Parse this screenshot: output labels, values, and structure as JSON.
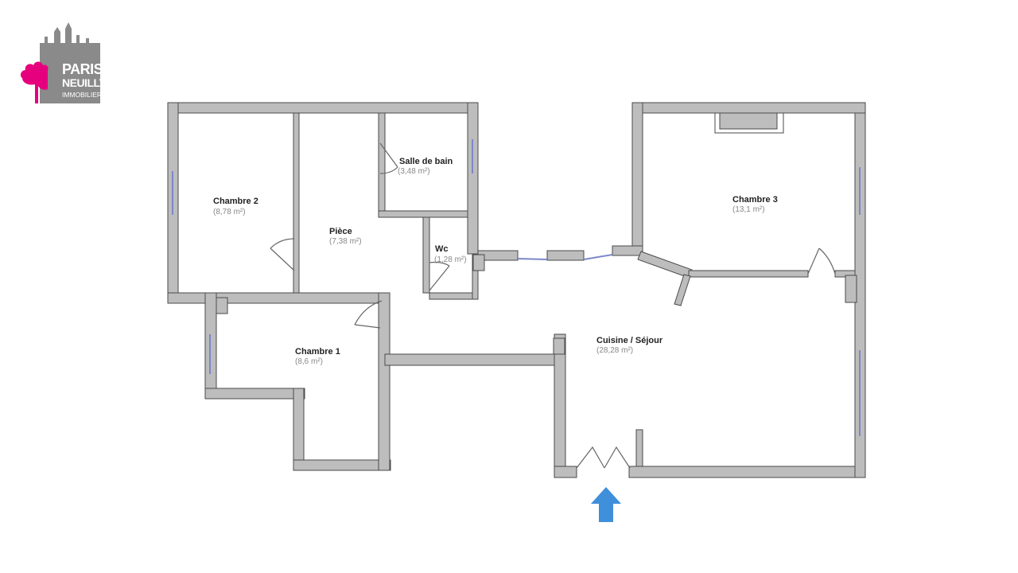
{
  "logo": {
    "line1": "PARIS",
    "line2": "NEUILLY",
    "line3": "IMMOBILIER",
    "brand_color": "#e6007e",
    "block_color": "#8a8a8a"
  },
  "rooms": {
    "chambre2": {
      "name": "Chambre 2",
      "area": "(8,78 m²)"
    },
    "piece": {
      "name": "Pièce",
      "area": "(7,38 m²)"
    },
    "sdb": {
      "name": "Salle de bain",
      "area": "(3,48 m²)"
    },
    "wc": {
      "name": "Wc",
      "area": "(1,28 m²)"
    },
    "chambre3": {
      "name": "Chambre 3",
      "area": "(13,1 m²)"
    },
    "chambre1": {
      "name": "Chambre 1",
      "area": "(8,6 m²)"
    },
    "sejour": {
      "name": "Cuisine / Séjour",
      "area": "(28,28 m²)"
    }
  },
  "colors": {
    "wall_fill": "#bdbdbd",
    "wall_stroke": "#4a4a4a",
    "window": "#7d88c9",
    "entrance_arrow": "#3f8fdb"
  },
  "icons": {
    "entrance": "entrance-arrow-icon",
    "logo": "paris-neuilly-logo"
  }
}
